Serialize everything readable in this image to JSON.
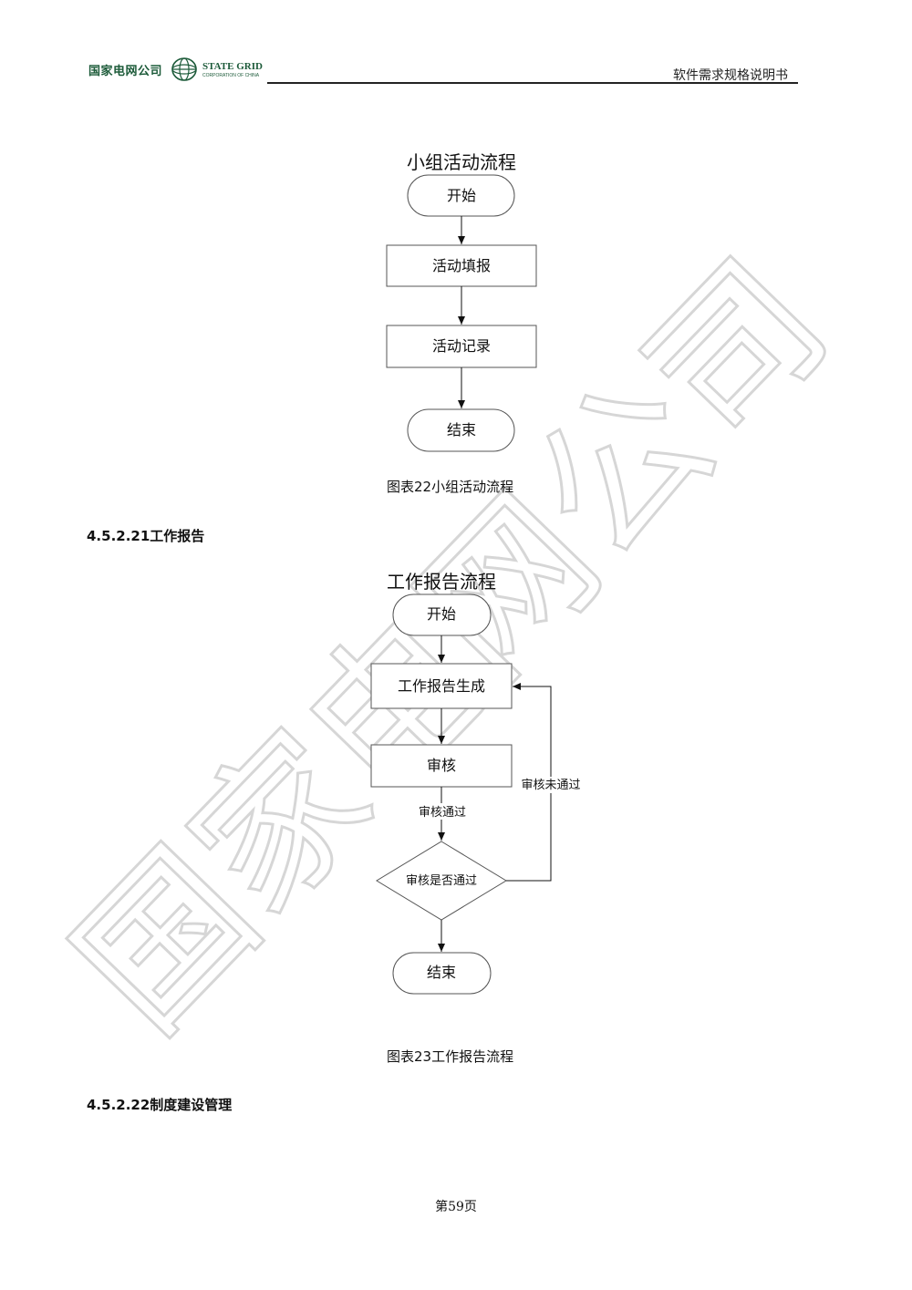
{
  "header": {
    "logo_cn": "国家电网公司",
    "logo_en": "STATE GRID",
    "logo_en_sub": "CORPORATION OF CHINA",
    "doc_title": "软件需求规格说明书"
  },
  "watermark": {
    "text": "国家电网公司"
  },
  "flowchart_1": {
    "title": "小组活动流程",
    "nodes": {
      "start": "开始",
      "step1": "活动填报",
      "step2": "活动记录",
      "end": "结束"
    },
    "caption": "图表22小组活动流程"
  },
  "section_4_5_2_21": {
    "heading": "4.5.2.21工作报告"
  },
  "flowchart_2": {
    "title": "工作报告流程",
    "nodes": {
      "start": "开始",
      "step1": "工作报告生成",
      "step2": "审核",
      "decision": "审核是否通过",
      "end": "结束"
    },
    "edge_labels": {
      "pass": "审核通过",
      "fail": "审核未通过"
    },
    "caption": "图表23工作报告流程"
  },
  "section_4_5_2_22": {
    "heading": "4.5.2.22制度建设管理"
  },
  "footer": {
    "page_number": "第59页"
  },
  "colors": {
    "brand_green": "#1d5b3a",
    "watermark": "#d9d9d9"
  }
}
